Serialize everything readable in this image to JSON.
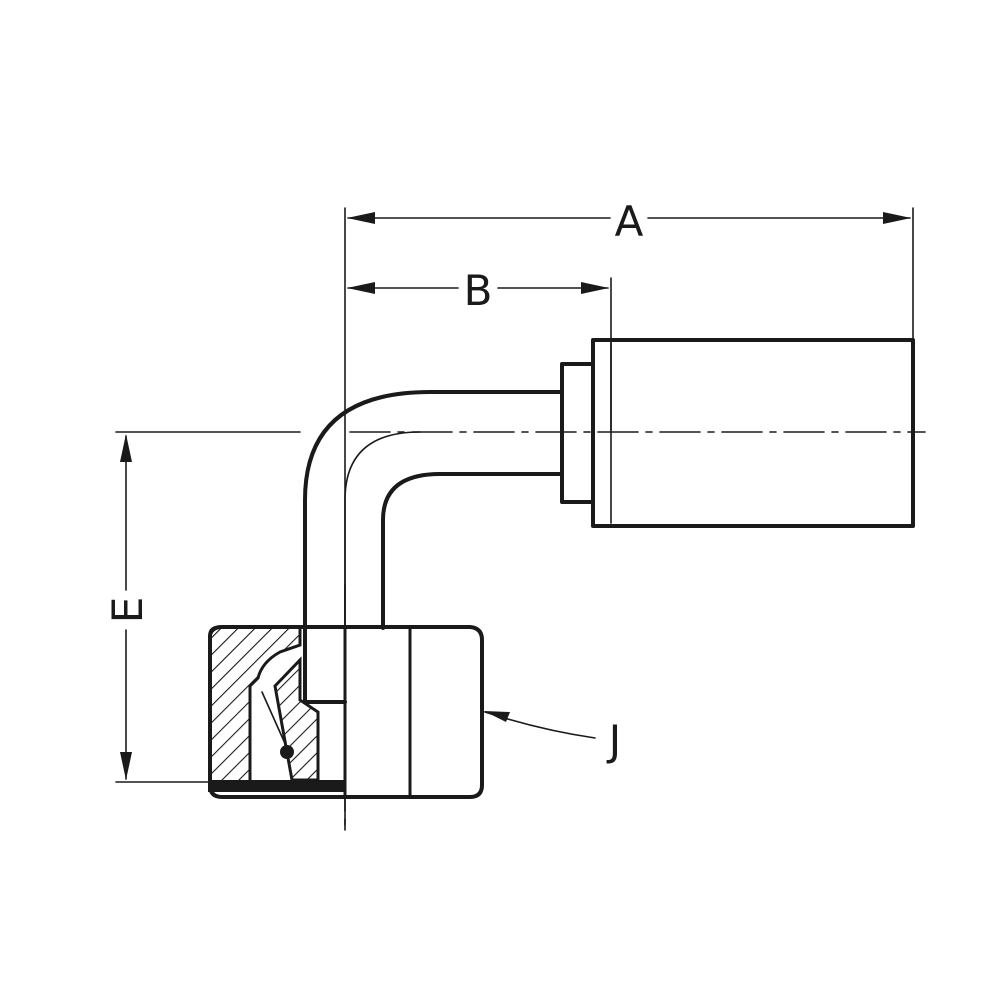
{
  "diagram": {
    "labels": {
      "a": "A",
      "b": "B",
      "e": "E",
      "j": "J"
    },
    "colors": {
      "line": "#1a1a1a",
      "background": "#ffffff"
    }
  }
}
